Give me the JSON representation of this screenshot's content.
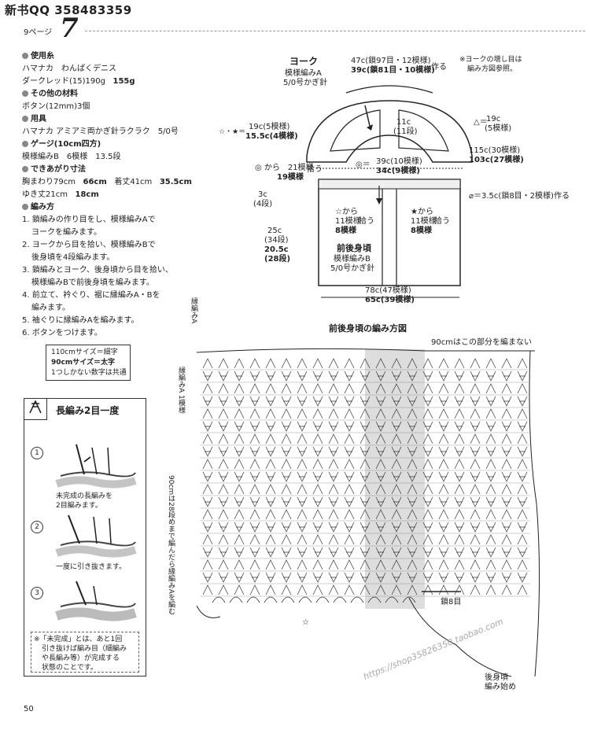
{
  "header": {
    "title": "新书QQ 358483359",
    "page_ref": "9ページ",
    "pattern_no": "7"
  },
  "materials": {
    "yarn_h": "使用糸",
    "yarn_1": "ハマナカ　わんぱくデニス",
    "yarn_2": "ダークレッド(15)190g",
    "yarn_2b": "155g",
    "other_h": "その他の材料",
    "other_1": "ボタン(12mm)3個",
    "tools_h": "用具",
    "tools_1": "ハマナカ アミアミ両かぎ針ラクラク　5/0号",
    "gauge_h": "ゲージ(10cm四方)",
    "gauge_1": "模様編みB　6模様　13.5段",
    "size_h": "できあがり寸法",
    "size_1": "胸まわり79cm",
    "size_1b": "66cm",
    "size_1c": "着丈41cm",
    "size_1d": "35.5cm",
    "size_2": "ゆき丈21cm",
    "size_2b": "18cm",
    "how_h": "編み方",
    "steps": [
      "1. 鎖編みの作り目をし、模様編みAで",
      "ヨークを編みます。",
      "2. ヨークから目を拾い、模様編みBで",
      "後身頃を4段編みます。",
      "3. 鎖編みとヨーク、後身頃から目を拾い、",
      "模様編みBで前後身頃を編みます。",
      "4. 前立て、衿ぐり、裾に縁編みA・Bを",
      "編みます。",
      "5. 袖ぐりに縁編みAを編みます。",
      "6. ボタンをつけます。"
    ]
  },
  "legend": {
    "line1": "110cmサイズ＝細字",
    "line2": "90cmサイズ＝太字",
    "line3": "1つしかない数字は共通"
  },
  "technique": {
    "symbol": "A",
    "title": "長編み2目一度",
    "steps": [
      {
        "num": "1",
        "caption_1": "未完成の長編みを",
        "caption_2": "2目編みます。"
      },
      {
        "num": "2",
        "caption_1": "一度に引き抜きます。",
        "caption_2": ""
      },
      {
        "num": "3",
        "caption_1": "",
        "caption_2": ""
      }
    ],
    "note_1": "※「未完成」とは、あと1回",
    "note_2": "引き抜けば編み目（細編み",
    "note_3": "や長編み等）が完成する",
    "note_4": "状態のことです。"
  },
  "yoke": {
    "title": "ヨーク",
    "pattern": "模様編みA",
    "hook": "5/0号かぎ針",
    "top_1": "47c(鎖97目・12模様)",
    "top_2": "39c(鎖81目・10模様)",
    "top_make": "作る",
    "note_1": "※ヨークの増し目は",
    "note_2": "編み方図参照。",
    "left_1": "19c(5模様)",
    "left_2": "15.5c(4模様)",
    "left_sym": "☆・★＝",
    "mid_1": "11c",
    "mid_2": "(11段)",
    "right_1": "19c",
    "right_2": "(5模様)",
    "right_sym": "△＝",
    "outer_1": "115c(30模様)",
    "outer_2": "103c(27模様)"
  },
  "body": {
    "pick_left_1": "◎ から　21模様",
    "pick_left_2": "19模様",
    "pick_word": "拾う",
    "pick_mid_1": "39c(10模様)",
    "pick_mid_2": "34c(9模様)",
    "pick_mid_sym": "◎＝",
    "chain_note": "⌀＝3.5c(鎖8目・2模様)作る",
    "side_1": "3c",
    "side_2": "(4段)",
    "side_3": "25c",
    "side_4": "(34段)",
    "side_5": "20.5c",
    "side_6": "(28段)",
    "from_left_1": "☆から",
    "from_left_2": "11模様",
    "from_left_3": "8模様",
    "from_left_4": "拾う",
    "from_right_1": "★から",
    "from_right_2": "11模様",
    "from_right_3": "8模様",
    "from_right_4": "拾う",
    "name": "前後身頃",
    "pattern": "模様編みB",
    "hook": "5/0号かぎ針",
    "bottom_1": "78c(47模様)",
    "bottom_2": "65c(39模様)"
  },
  "chart": {
    "title": "前後身頃の編み方図",
    "note_90": "90cmはこの部分を編まない",
    "edge_a": "縁編みA",
    "edge_a1": "縁編みA 1模様",
    "vertical_note": "90cmは28段めまで編んだら縁編みAを編む",
    "chain8": "鎖8目",
    "back_start_1": "後身頃",
    "back_start_2": "編み始め",
    "star": "☆"
  },
  "footer": {
    "page": "50"
  },
  "watermark": "https://shop35826350.taobao.com"
}
